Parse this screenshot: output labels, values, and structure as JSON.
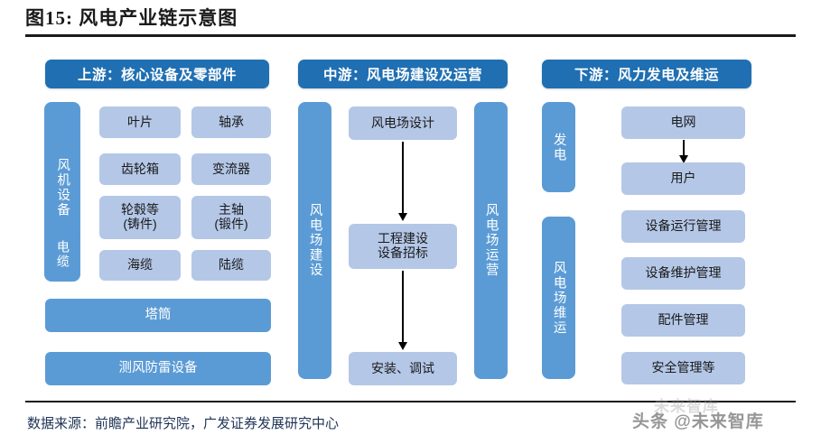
{
  "figure": {
    "title": "图15:  风电产业链示意图",
    "source_note": "数据来源：前瞻产业研究院，广发证券发展研究中心",
    "watermark": "头条 @未来智库",
    "watermark_ghost": "未来智库"
  },
  "colors": {
    "header_blue": "#1F6FB2",
    "mid_blue": "#5B9BD5",
    "light_blue": "#B4C7E7",
    "rule_black": "#1a1a1a",
    "note_text": "#1f3355"
  },
  "sections": {
    "upstream": {
      "header": "上游：核心设备及零部件",
      "category_labels": [
        {
          "label": "风机设备"
        },
        {
          "label": "电缆"
        }
      ],
      "components": [
        {
          "label": "叶片"
        },
        {
          "label": "轴承"
        },
        {
          "label": "齿轮箱"
        },
        {
          "label": "变流器"
        },
        {
          "label": "轮毂等\n(铸件)"
        },
        {
          "label": "主轴\n(锻件)"
        },
        {
          "label": "海缆"
        },
        {
          "label": "陆缆"
        }
      ],
      "full_width_items": [
        {
          "label": "塔筒"
        },
        {
          "label": "测风防雷设备"
        }
      ]
    },
    "midstream": {
      "header": "中游：风电场建设及运营",
      "left_rail": "风电场建设",
      "right_rail": "风电场运营",
      "flow_steps": [
        {
          "label": "风电场设计"
        },
        {
          "label": "工程建设\n设备招标"
        },
        {
          "label": "安装、调试"
        }
      ]
    },
    "downstream": {
      "header": "下游：风力发电及维运",
      "rails": [
        {
          "label": "发电"
        },
        {
          "label": "风电场维运"
        }
      ],
      "power_flow": [
        {
          "label": "电网"
        },
        {
          "label": "用户"
        }
      ],
      "ops_items": [
        {
          "label": "设备运行管理"
        },
        {
          "label": "设备维护管理"
        },
        {
          "label": "配件管理"
        },
        {
          "label": "安全管理等"
        }
      ]
    }
  }
}
